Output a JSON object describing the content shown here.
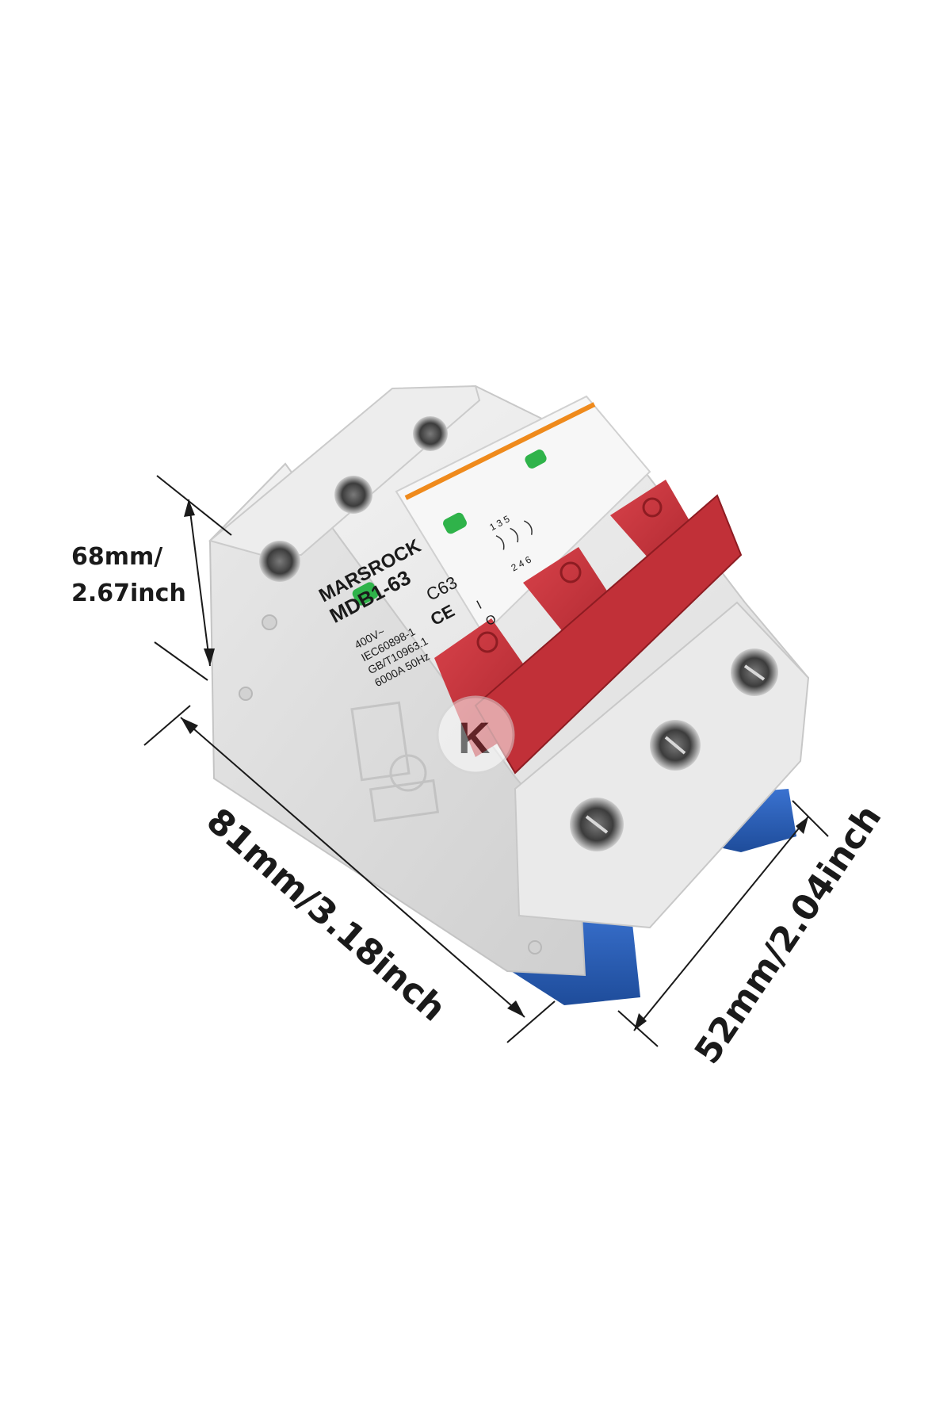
{
  "dimensions": {
    "height_label_line1": "68mm/",
    "height_label_line2": "2.67inch",
    "length_label": "81mm/3.18inch",
    "width_label": "52mm/2.04inch"
  },
  "product": {
    "brand": "MARSROCK",
    "model": "MDB1-63",
    "rating": "C63",
    "ce_mark": "CE",
    "spec_voltage": "400V~",
    "spec_std1": "IEC60898-1",
    "spec_std2": "GB/T10963.1",
    "spec_breaking": "6000A 50Hz",
    "switch_on": "I",
    "switch_off": "O",
    "terminals_top": "1 3 5",
    "terminals_bottom": "2 4 6"
  },
  "colors": {
    "body": "#ececec",
    "handle": "#c8323a",
    "din_clip": "#2b5fb8",
    "indicator": "#2fb34a",
    "brand_orange": "#ef8a1c"
  },
  "icons": {
    "watermark": "watermark-logo-icon",
    "screw": "terminal-screw-icon"
  }
}
